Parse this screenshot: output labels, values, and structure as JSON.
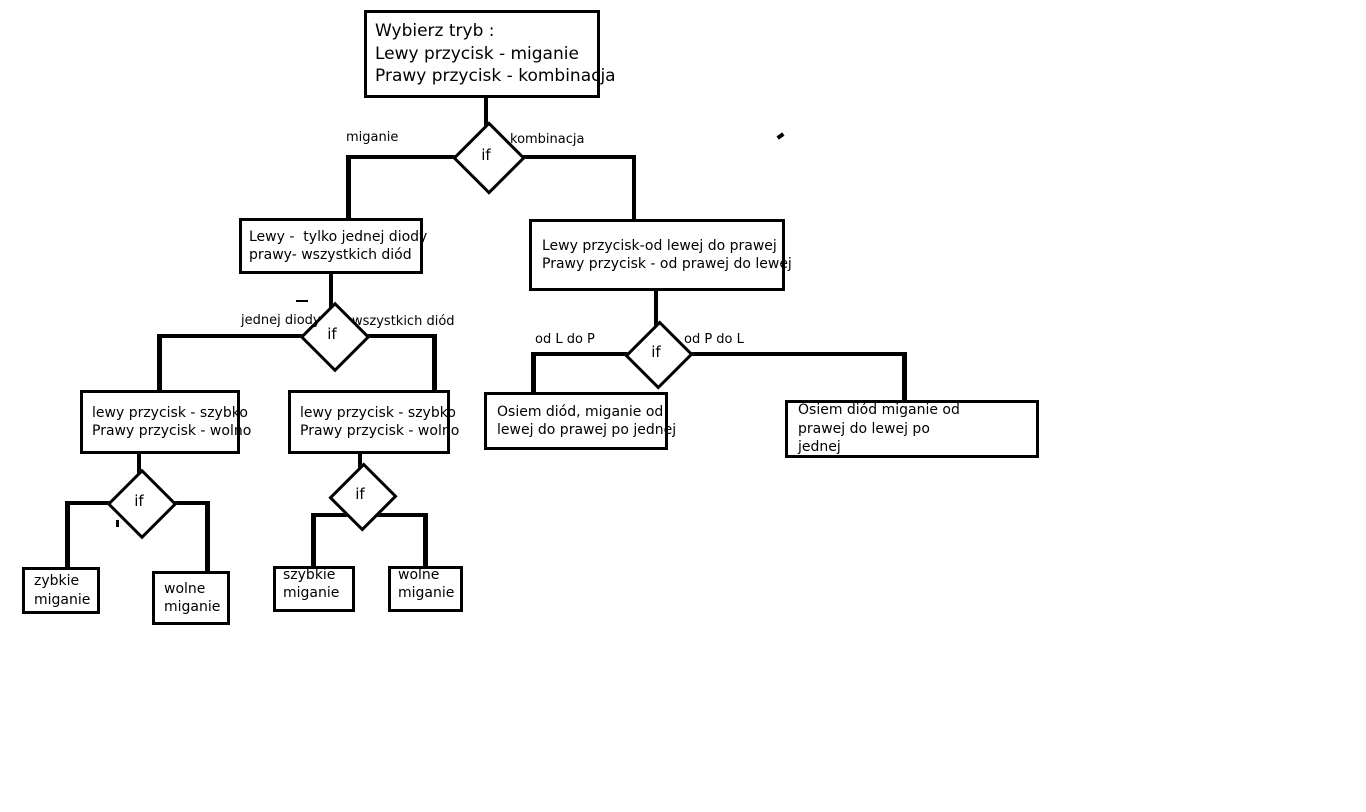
{
  "diagram": {
    "title_node": {
      "lines": [
        "Wybierz tryb :",
        "Lewy przycisk - miganie",
        "Prawy przycisk - kombinacja"
      ]
    },
    "nodes": [
      {
        "id": "root",
        "lines": [
          "Wybierz tryb :",
          "Lewy przycisk - miganie",
          "Prawy przycisk - kombinacja"
        ]
      },
      {
        "id": "left-mode",
        "lines": [
          "Lewy -  tylko jednej diody",
          "prawy- wszystkich diód"
        ]
      },
      {
        "id": "right-mode",
        "lines": [
          "Lewy przycisk-od lewej do prawej",
          "Prawy przycisk - od prawej do lewej"
        ]
      },
      {
        "id": "left-speed-one",
        "lines": [
          "lewy przycisk - szybko",
          "Prawy przycisk - wolno"
        ]
      },
      {
        "id": "left-speed-all",
        "lines": [
          "lewy przycisk - szybko",
          "Prawy przycisk - wolno"
        ]
      },
      {
        "id": "eight-lr",
        "lines": [
          "Osiem diód, miganie od",
          "lewej do prawej po jednej"
        ]
      },
      {
        "id": "eight-rl",
        "lines": [
          "Osiem diód miganie od",
          "prawej do lewej po",
          "jednej"
        ]
      },
      {
        "id": "fast-blink-1",
        "lines": [
          "zybkie",
          "miganie"
        ]
      },
      {
        "id": "slow-blink-1",
        "lines": [
          "wolne",
          "miganie"
        ]
      },
      {
        "id": "fast-blink-2",
        "lines": [
          "szybkie",
          "miganie"
        ]
      },
      {
        "id": "slow-blink-2",
        "lines": [
          "wolne",
          "miganie"
        ]
      }
    ],
    "decisions": [
      {
        "id": "if-root",
        "label": "if"
      },
      {
        "id": "if-left-mode",
        "label": "if"
      },
      {
        "id": "if-right-mode",
        "label": "if"
      },
      {
        "id": "if-speed-one",
        "label": "if"
      },
      {
        "id": "if-speed-all",
        "label": "if"
      }
    ],
    "edge_labels": [
      {
        "id": "miganie",
        "text": "miganie"
      },
      {
        "id": "kombinacja",
        "text": "kombinacja"
      },
      {
        "id": "jednej-diody",
        "text": "jednej diody"
      },
      {
        "id": "wszystkich-diod",
        "text": "wszystkich diód"
      },
      {
        "id": "od-l-do-p",
        "text": "od L do P"
      },
      {
        "id": "od-p-do-l",
        "text": "od P do L"
      }
    ],
    "colors": {
      "stroke": "#000000",
      "text": "#000000",
      "background": "#ffffff"
    }
  }
}
